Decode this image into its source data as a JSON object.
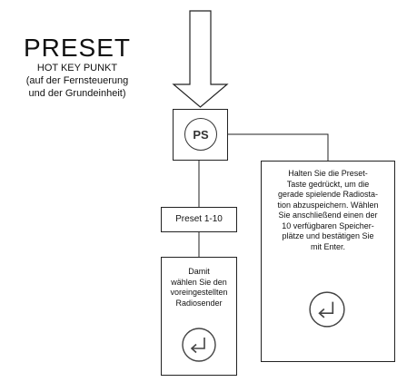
{
  "title": "PRESET",
  "subtitle_line1": "HOT KEY PUNKT",
  "subtitle_line2": "(auf der Fernsteuerung",
  "subtitle_line3": "und der Grundeinheit)",
  "ps_button": {
    "label": "PS"
  },
  "preset_box": {
    "label": "Preset 1-10"
  },
  "select_box": {
    "lines": [
      "Damit",
      "wählen Sie den",
      "voreingestellten",
      "Radiosender"
    ]
  },
  "store_box": {
    "lines": [
      "Halten Sie die Preset-",
      "Taste gedrückt, um die",
      "gerade spielende Radiosta-",
      "tion abzuspeichern. Wählen",
      "Sie anschließend einen der",
      "10 verfügbaren Speicher-",
      "plätze und bestätigen Sie",
      "mit Enter."
    ]
  },
  "icons": {
    "ps": "ps-button-icon",
    "enter": "enter-return-icon"
  },
  "colors": {
    "line": "#222222",
    "background": "#ffffff"
  }
}
